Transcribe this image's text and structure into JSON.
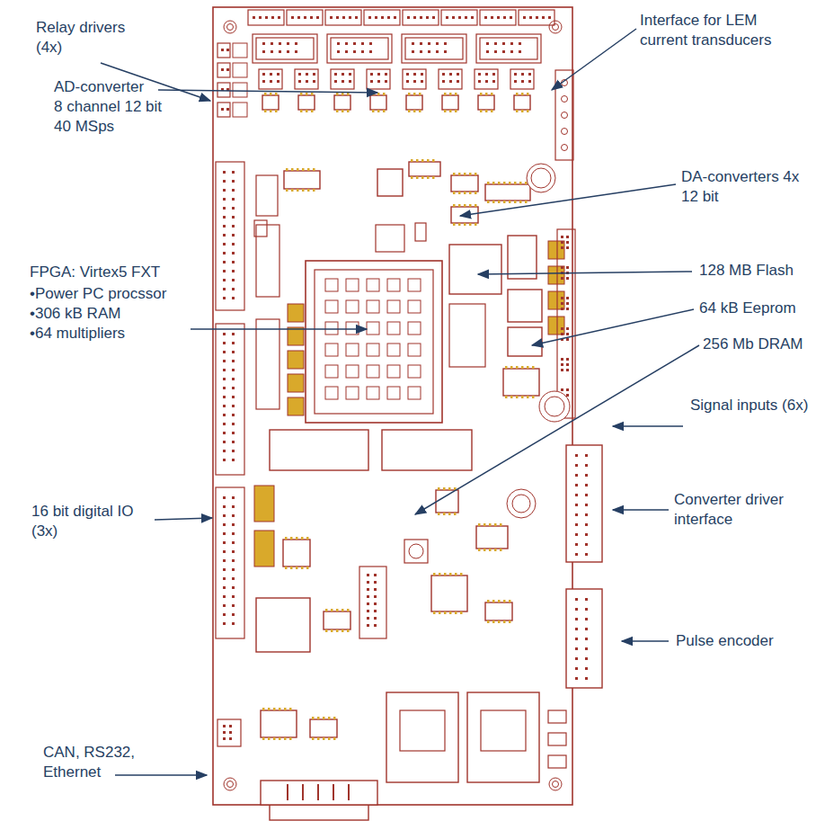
{
  "diagram": {
    "labels": [
      "Relay drivers (4x)",
      "Interface for LEM current transducers",
      "AD-converter",
      "8 channel 12 bit",
      "40 MSps",
      "DA-converters 4x 12 bit",
      "FPGA: Virtex5 FXT",
      "•Power PC procssor",
      "•306 kB RAM",
      "•64 multipliers",
      "128 MB Flash",
      "64 kB Eeprom",
      "256 Mb DRAM",
      "Signal inputs (6x)",
      "16 bit digital IO (3x)",
      "Converter driver interface",
      "Pulse encoder",
      "CAN, RS232, Ethernet"
    ]
  }
}
